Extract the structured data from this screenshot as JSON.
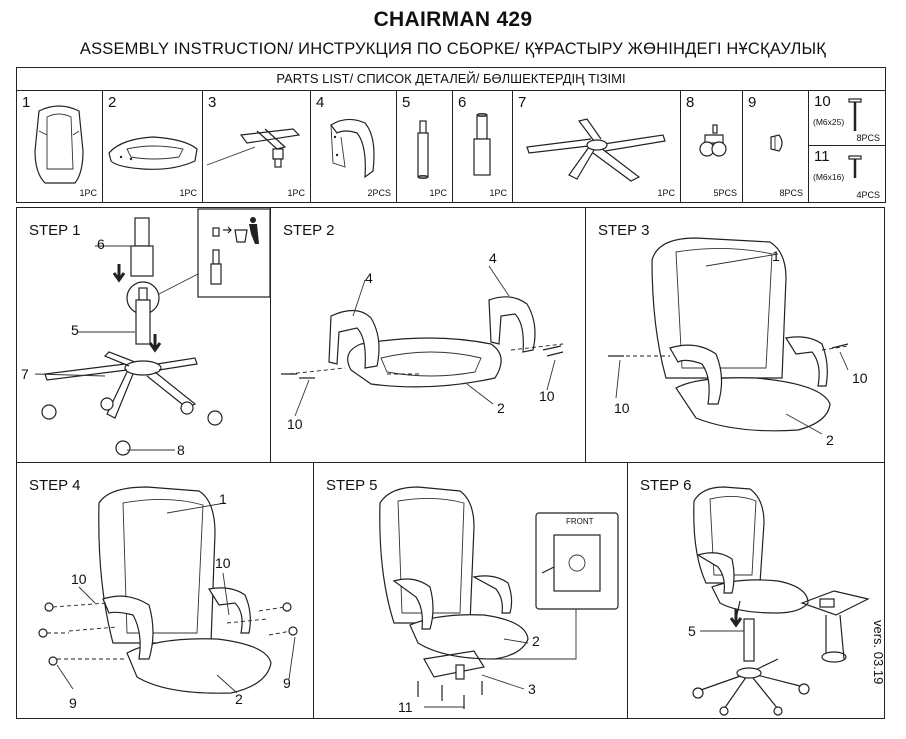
{
  "header": {
    "title": "CHAIRMAN 429",
    "subtitle": "ASSEMBLY INSTRUCTION/ ИНСТРУКЦИЯ ПО СБОРКЕ/ ҚҰРАСТЫРУ ЖӨНІНДЕГІ НҰСҚАУЛЫҚ"
  },
  "parts_list": {
    "heading": "PARTS LIST/ СПИСОК ДЕТАЛЕЙ/ БӨЛШЕКТЕРДІҢ ТІЗІМІ",
    "items": [
      {
        "num": "1",
        "qty": "1PC",
        "icon": "backrest-icon"
      },
      {
        "num": "2",
        "qty": "1PC",
        "icon": "seat-icon"
      },
      {
        "num": "3",
        "qty": "1PC",
        "icon": "mechanism-icon"
      },
      {
        "num": "4",
        "qty": "2PCS",
        "icon": "armrest-icon"
      },
      {
        "num": "5",
        "qty": "1PC",
        "icon": "gas-lift-icon"
      },
      {
        "num": "6",
        "qty": "1PC",
        "icon": "cylinder-cover-icon"
      },
      {
        "num": "7",
        "qty": "1PC",
        "icon": "base-icon"
      },
      {
        "num": "8",
        "qty": "5PCS",
        "icon": "caster-icon"
      },
      {
        "num": "9",
        "qty": "8PCS",
        "icon": "cap-icon"
      },
      {
        "num": "10",
        "spec": "(M6x25)",
        "qty": "8PCS",
        "icon": "bolt-icon"
      },
      {
        "num": "11",
        "spec": "(M6x16)",
        "qty": "4PCS",
        "icon": "bolt-icon"
      }
    ]
  },
  "steps": [
    {
      "label": "STEP 1",
      "callouts": [
        "6",
        "5",
        "7",
        "8"
      ]
    },
    {
      "label": "STEP 2",
      "callouts": [
        "4",
        "4",
        "10",
        "2",
        "10"
      ]
    },
    {
      "label": "STEP 3",
      "callouts": [
        "1",
        "10",
        "10",
        "2"
      ]
    },
    {
      "label": "STEP 4",
      "callouts": [
        "1",
        "10",
        "10",
        "9",
        "2",
        "9"
      ]
    },
    {
      "label": "STEP 5",
      "callouts": [
        "FRONT",
        "2",
        "3",
        "11"
      ]
    },
    {
      "label": "STEP 6",
      "callouts": [
        "5"
      ]
    }
  ],
  "version": "vers. 03.19"
}
